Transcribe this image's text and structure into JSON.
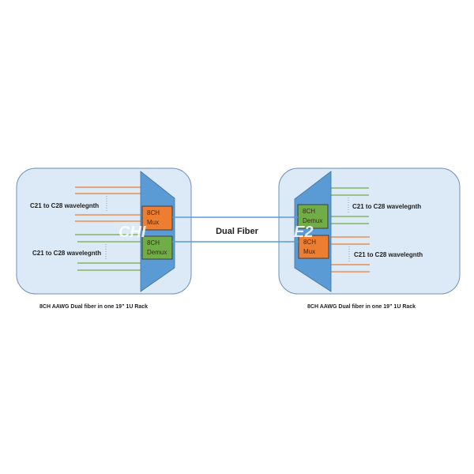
{
  "diagram": {
    "link_label": "Dual Fiber",
    "colors": {
      "panel_fill": "#dce9f6",
      "panel_stroke": "#6a8fbf",
      "device_fill": "#5b9bd5",
      "device_stroke": "#41719c",
      "mux_fill": "#ed7d31",
      "demux_fill": "#70ad47",
      "orange_line": "#ed7d31",
      "green_line": "#70ad47",
      "fiber_line": "#5b9bd5"
    },
    "left": {
      "caption": "8CH AAWG Dual fiber in one 19” 1U Rack",
      "top_module": {
        "line1": "8CH",
        "line2": "Mux"
      },
      "bottom_module": {
        "line1": "8CH",
        "line2": "Demux"
      },
      "top_label": "C21 to C28 wavelegnth",
      "bottom_label": "C21 to C28 wavelegnth",
      "watermark": "CHI"
    },
    "right": {
      "caption": "8CH AAWG Dual fiber in one 19” 1U Rack",
      "top_module": {
        "line1": "8CH",
        "line2": "Demux"
      },
      "bottom_module": {
        "line1": "8CH",
        "line2": "Mux"
      },
      "top_label": "C21 to C28 wavelegnth",
      "bottom_label": "C21 to C28 wavelegnth",
      "watermark": "E2"
    }
  }
}
